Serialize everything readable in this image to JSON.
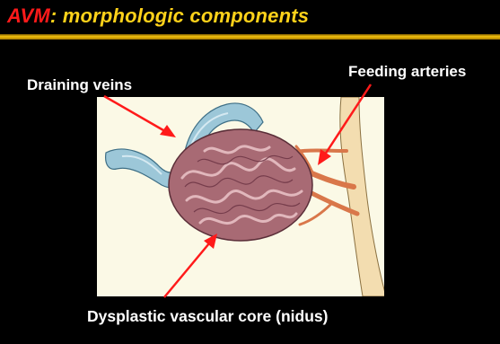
{
  "slide": {
    "title_accent": "AVM",
    "title_rest": ": morphologic components",
    "labels": {
      "draining_veins": "Draining veins",
      "feeding_arteries": "Feeding arteries",
      "nidus": "Dysplastic vascular core (nidus)"
    }
  },
  "colors": {
    "background": "#000000",
    "title_accent": "#ff1a1a",
    "title_text": "#ffd21a",
    "title_rule": "#f4c20d",
    "label_text": "#ffffff",
    "arrow": "#ff1a1a",
    "illustration_bg": "#fbf9e6"
  }
}
